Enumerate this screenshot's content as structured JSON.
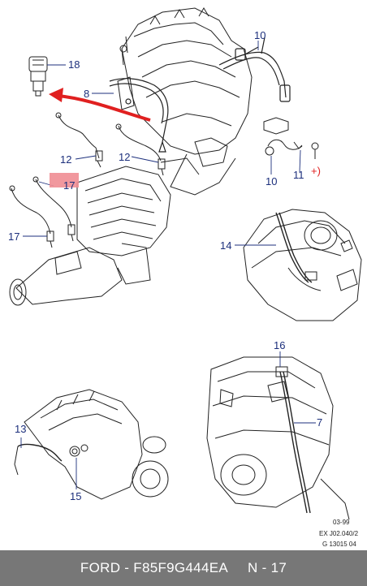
{
  "callouts": {
    "c18": "18",
    "c10a": "10",
    "c8": "8",
    "c12a": "12",
    "c12b": "12",
    "c17a": "17",
    "c17b": "17",
    "c10b": "10",
    "c11": "11",
    "cplus": "+)",
    "c14": "14",
    "c16": "16",
    "c7": "7",
    "c13": "13",
    "c15": "15"
  },
  "ref_block": {
    "line1": "03-99",
    "line2": "EX J02.040/2",
    "line3": "G 13015 04"
  },
  "footer": {
    "part_text": "FORD - F85F9G444EA",
    "page_text": "N - 17"
  },
  "colors": {
    "callout": "#1c2f7c",
    "arrow": "#e02020",
    "highlight": "#f08d94",
    "footer_bg": "#777777"
  }
}
